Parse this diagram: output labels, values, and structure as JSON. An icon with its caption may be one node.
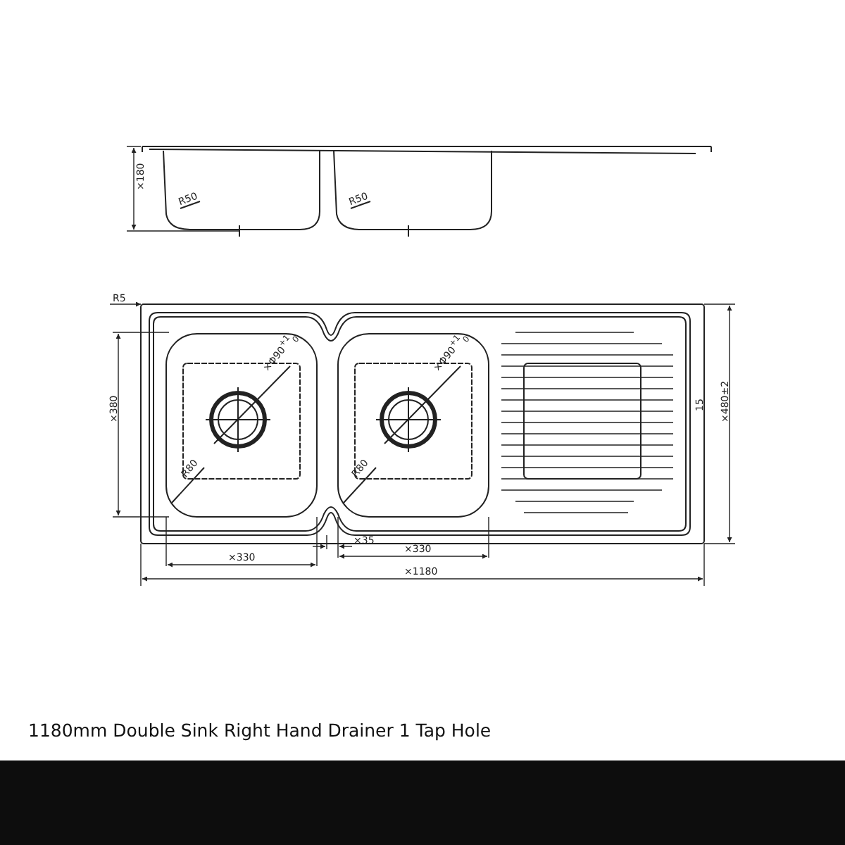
{
  "diagram": {
    "caption": "1180mm Double Sink Right Hand Drainer 1 Tap Hole",
    "labels": [
      "×180",
      "R50",
      "R50",
      "R5",
      "×Φ90$^{+1}$$_{0}$",
      "×Φ90$^{+1}$$_{0}$",
      "×380",
      "15",
      "×480±2",
      "R80",
      "R80",
      "×35",
      "×330",
      "×330",
      "×1180"
    ]
  }
}
